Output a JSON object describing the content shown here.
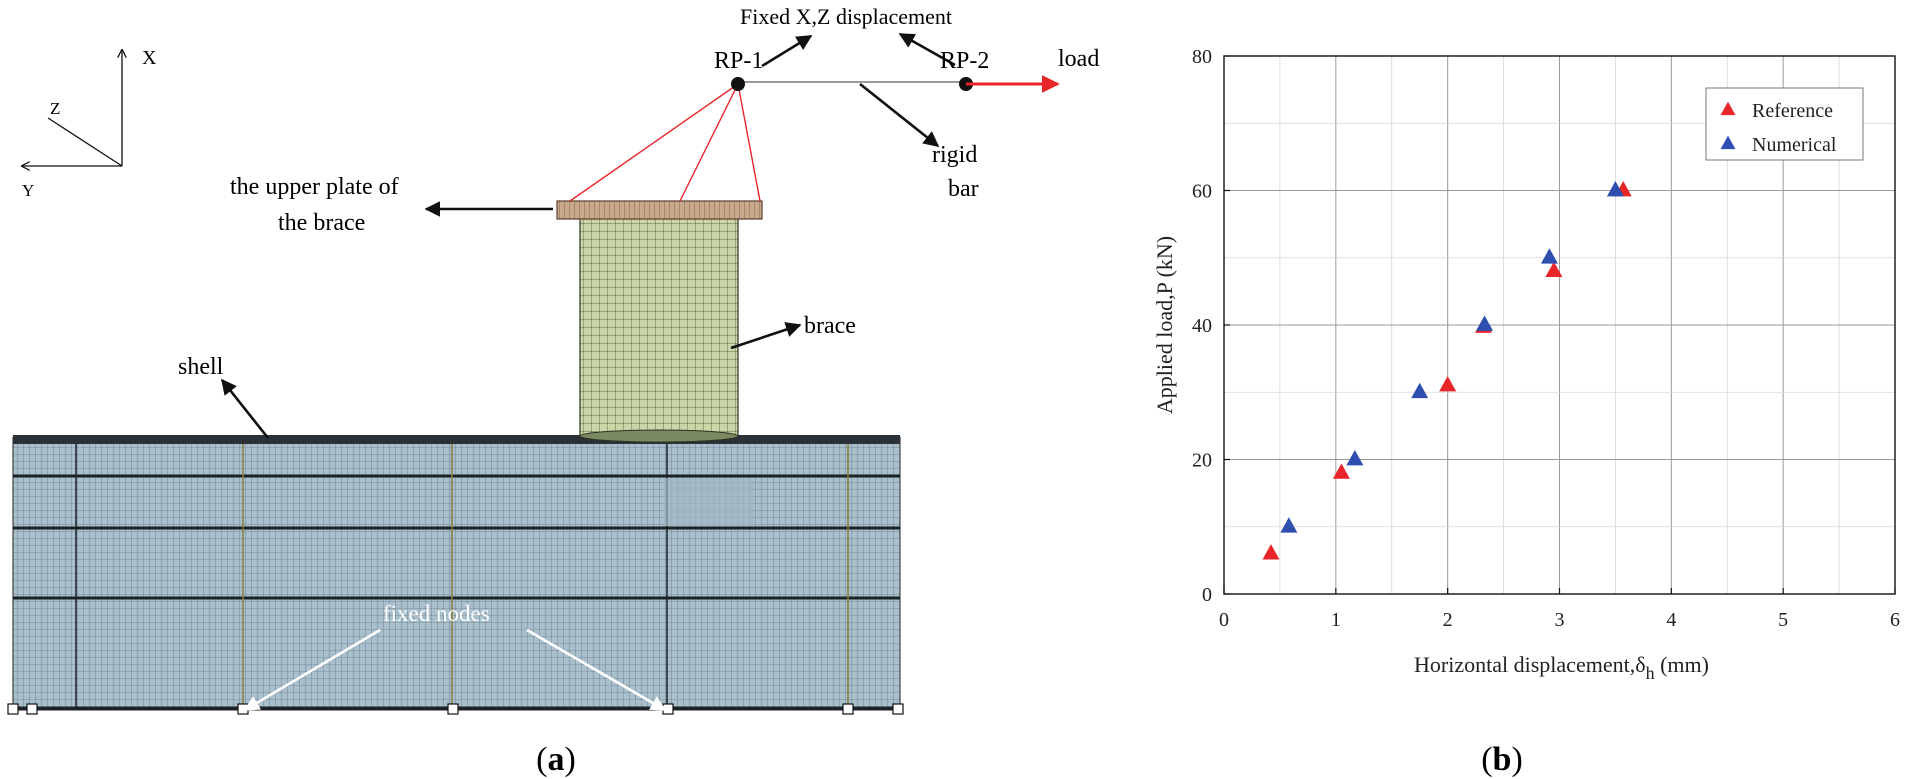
{
  "panel_a": {
    "caption_open": "(",
    "caption_letter": "a",
    "caption_close": ")",
    "axis_x": "X",
    "axis_z": "Z",
    "axis_y": "Y",
    "fixed_label": "Fixed X,Z displacement",
    "rp1": "RP-1",
    "rp2": "RP-2",
    "load": "load",
    "rigid_bar_line1": "rigid",
    "rigid_bar_line2": "bar",
    "upper_plate_line1": "the upper plate of",
    "upper_plate_line2": "the brace",
    "brace": "brace",
    "shell": "shell",
    "fixed_nodes": "fixed nodes",
    "colors": {
      "mesh_shell": "#a9bfcc",
      "mesh_brace": "#cbd6a8",
      "plate": "#c9a98c",
      "load_arrow": "#e8262a",
      "rp_line": "#e8262a"
    }
  },
  "panel_b": {
    "caption_open": "(",
    "caption_letter": "b",
    "caption_close": ")"
  },
  "chart_data": {
    "type": "scatter",
    "xlabel_main": "Horizontal displacement,δ",
    "xlabel_sub": "h",
    "xlabel_unit": "(mm)",
    "ylabel": "Applied load,P (kN)",
    "xlim": [
      0,
      6
    ],
    "ylim": [
      0,
      80
    ],
    "xticks": [
      0,
      1,
      2,
      3,
      4,
      5,
      6
    ],
    "yticks": [
      0,
      20,
      40,
      60,
      80
    ],
    "grid": true,
    "legend_position": "top-right",
    "marker": "triangle",
    "series": [
      {
        "name": "Reference",
        "color": "#e8262a",
        "points": [
          [
            0.42,
            6
          ],
          [
            1.05,
            18
          ],
          [
            2.0,
            31
          ],
          [
            2.32,
            39.7
          ],
          [
            2.95,
            48
          ],
          [
            3.57,
            60
          ]
        ]
      },
      {
        "name": "Numerical",
        "color": "#2f4fb0",
        "points": [
          [
            0.58,
            10
          ],
          [
            1.17,
            20
          ],
          [
            1.75,
            30
          ],
          [
            2.33,
            40
          ],
          [
            2.91,
            50
          ],
          [
            3.5,
            60
          ]
        ]
      }
    ]
  }
}
